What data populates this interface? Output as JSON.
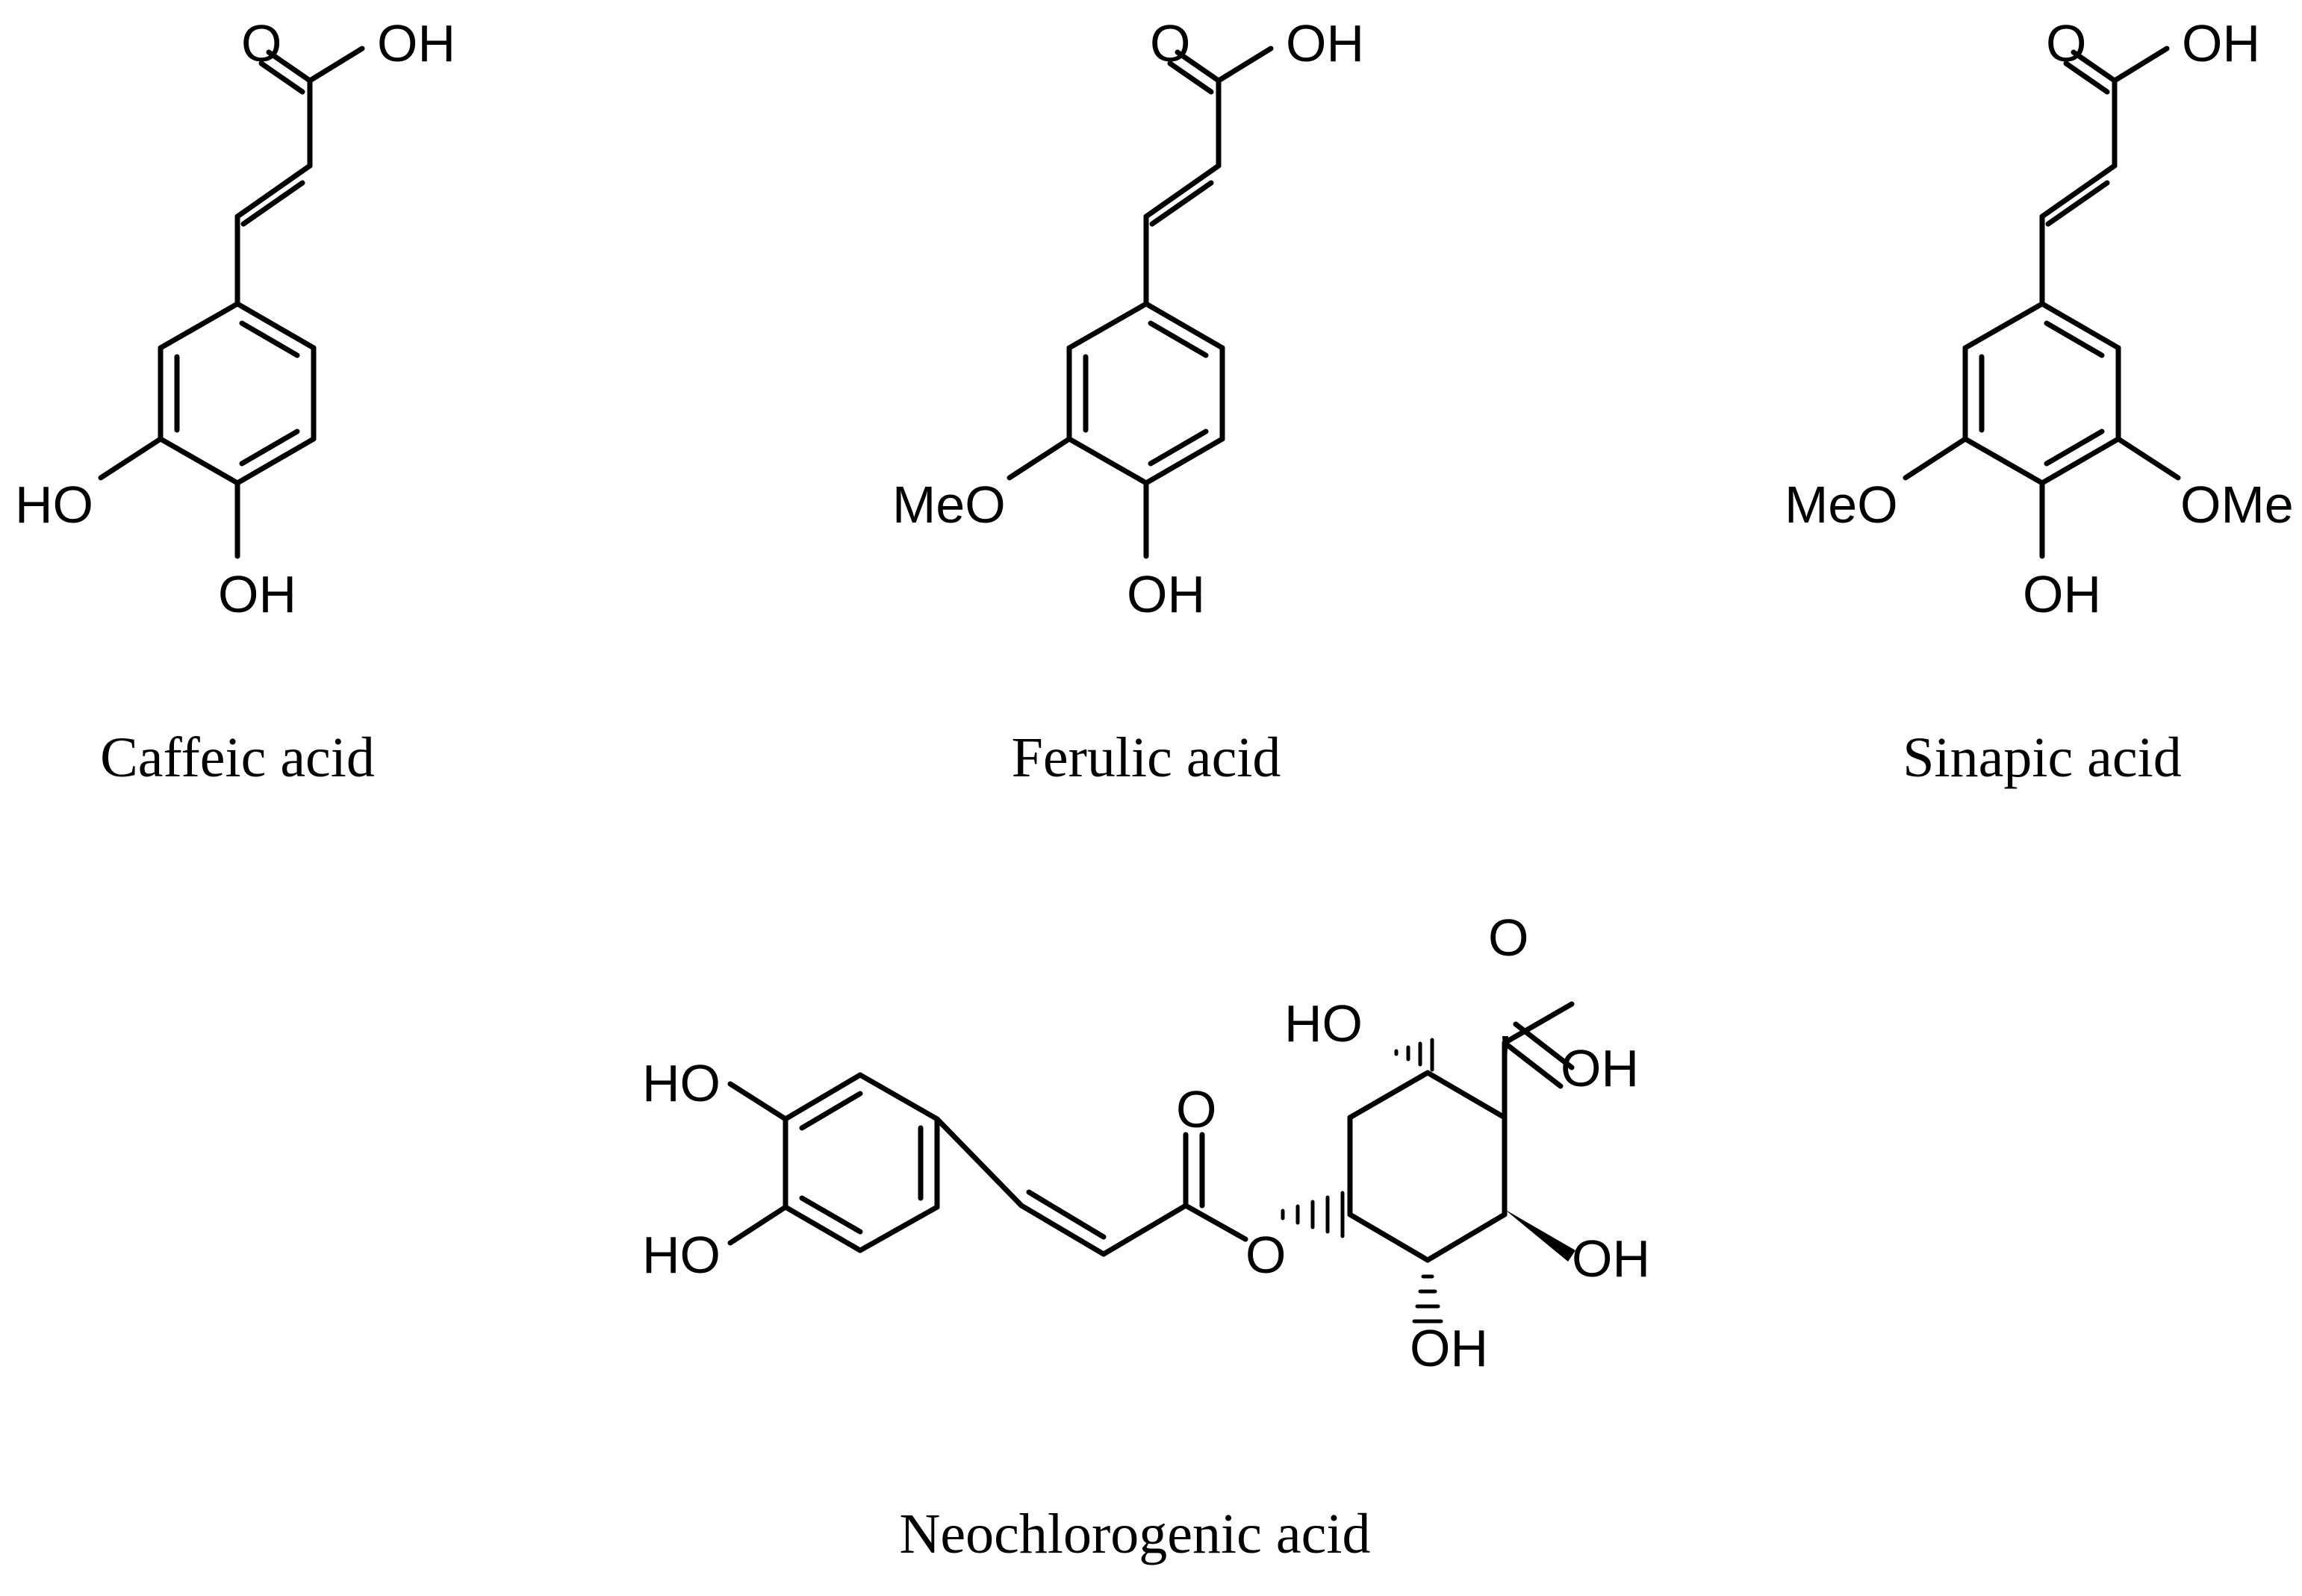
{
  "figure": {
    "compounds": [
      {
        "id": "caffeic",
        "name": "Caffeic acid"
      },
      {
        "id": "ferulic",
        "name": "Ferulic acid"
      },
      {
        "id": "sinapic",
        "name": "Sinapic acid"
      },
      {
        "id": "neochlorogenic",
        "name": "Neochlorogenic acid"
      }
    ],
    "atom_labels": {
      "O": "O",
      "OH": "OH",
      "HO": "HO",
      "MeO": "MeO",
      "OMe": "OMe"
    },
    "colors": {
      "ink": "#000000",
      "background": "#ffffff"
    }
  }
}
